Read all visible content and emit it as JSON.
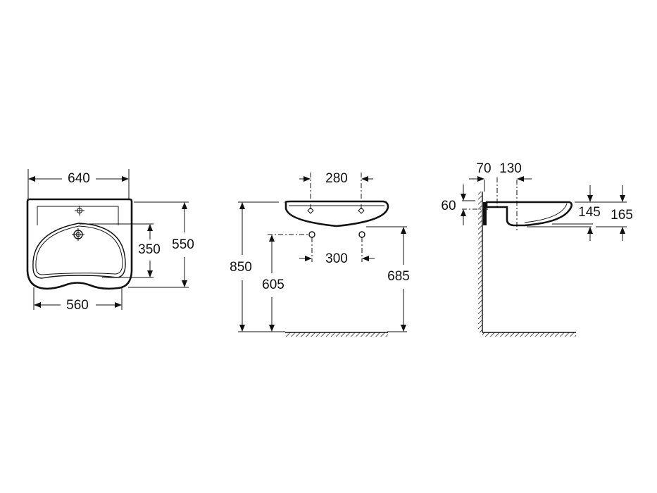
{
  "front_view": {
    "width_overall": "640",
    "depth_overall": "550",
    "bowl_depth": "350",
    "front_width": "560"
  },
  "elevation_view": {
    "bracket_spacing": "280",
    "rim_height": "850",
    "waste_height": "605",
    "supply_spacing": "300",
    "supply_height": "685"
  },
  "side_view": {
    "wall_offset": "70",
    "waste_offset": "130",
    "bracket_height": "60",
    "basin_height": "145",
    "overall_height": "165"
  },
  "colors": {
    "line": "#111111",
    "background": "#ffffff"
  }
}
